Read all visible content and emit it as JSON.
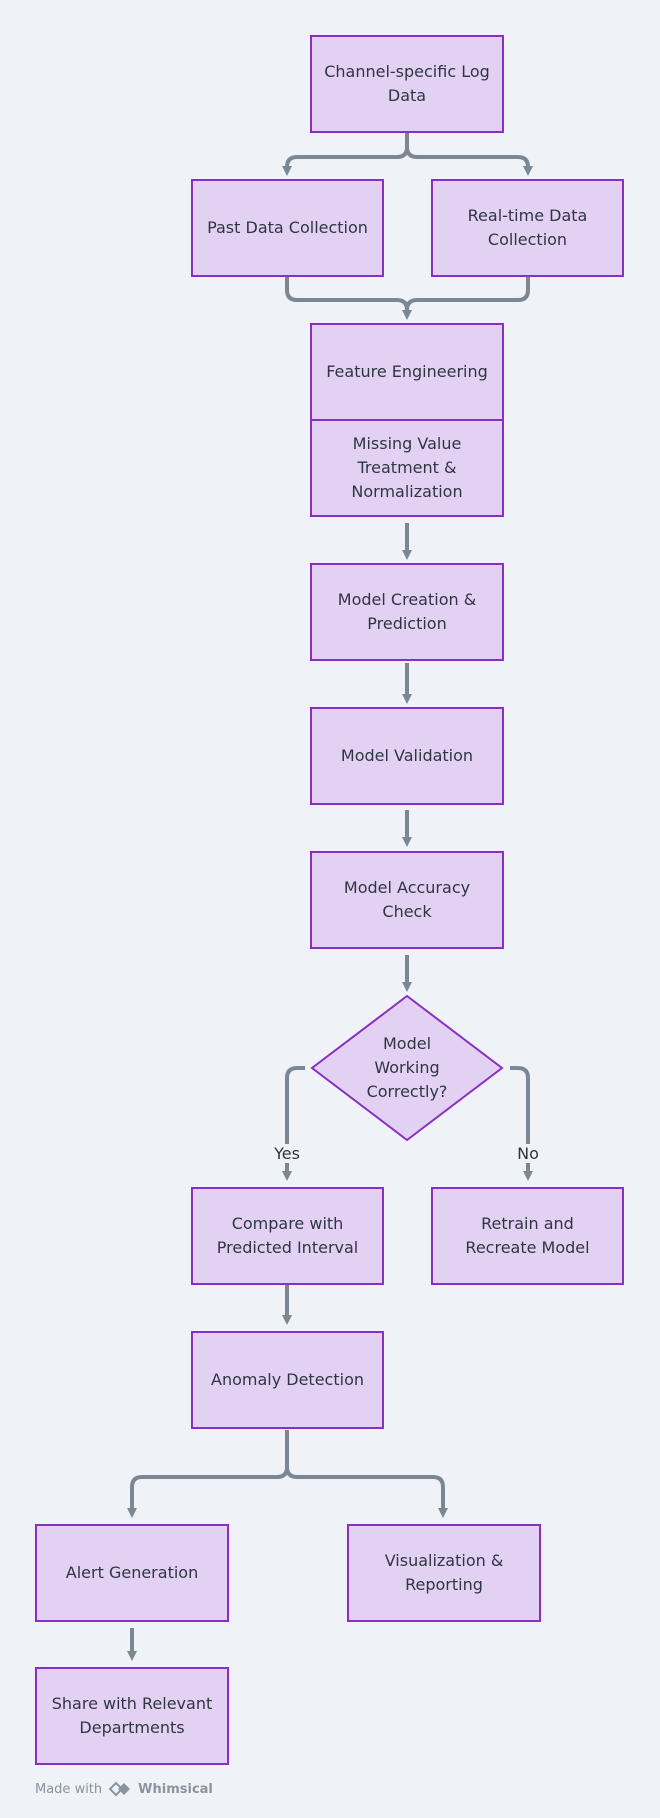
{
  "colors": {
    "background": "#eff3f7",
    "node_fill": "#e3d1f4",
    "node_border": "#8a2fc4",
    "edge": "#7b8894",
    "text": "#2f3640"
  },
  "nodes": {
    "channel_log": "Channel-specific Log Data",
    "past_data": "Past Data Collection",
    "realtime_data": "Real-time Data Collection",
    "feature_eng": "Feature Engineering",
    "missing_value": "Missing Value Treatment & Normalization",
    "model_creation": "Model Creation & Prediction",
    "model_validation": "Model Validation",
    "accuracy_check": "Model Accuracy Check",
    "decision": "Model Working Correctly?",
    "compare": "Compare with Predicted Interval",
    "retrain": "Retrain and Recreate Model",
    "anomaly": "Anomaly Detection",
    "alert": "Alert Generation",
    "visualization": "Visualization & Reporting",
    "share": "Share with Relevant Departments"
  },
  "edge_labels": {
    "yes": "Yes",
    "no": "No"
  },
  "footer": {
    "made_with": "Made with",
    "brand": "Whimsical",
    "logo_icon": "whimsical-logo-icon"
  }
}
